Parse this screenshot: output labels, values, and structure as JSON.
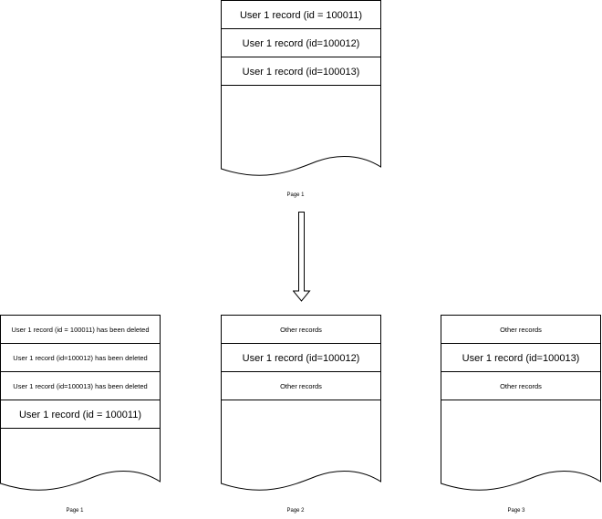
{
  "top_page": {
    "caption": "Page 1",
    "rows": [
      "User 1 record (id = 100011)",
      "User 1 record (id=100012)",
      "User 1 record (id=100013)"
    ]
  },
  "bottom_pages": [
    {
      "caption": "Page 1",
      "rows": [
        "User 1 record (id = 100011) has been deleted",
        "User 1 record (id=100012) has been deleted",
        "User 1 record (id=100013) has been deleted",
        "User 1 record (id = 100011)"
      ]
    },
    {
      "caption": "Page 2",
      "rows": [
        "Other records",
        "User 1 record (id=100012)",
        "Other records"
      ]
    },
    {
      "caption": "Page 3",
      "rows": [
        "Other records",
        "User 1 record (id=100013)",
        "Other records"
      ]
    }
  ]
}
